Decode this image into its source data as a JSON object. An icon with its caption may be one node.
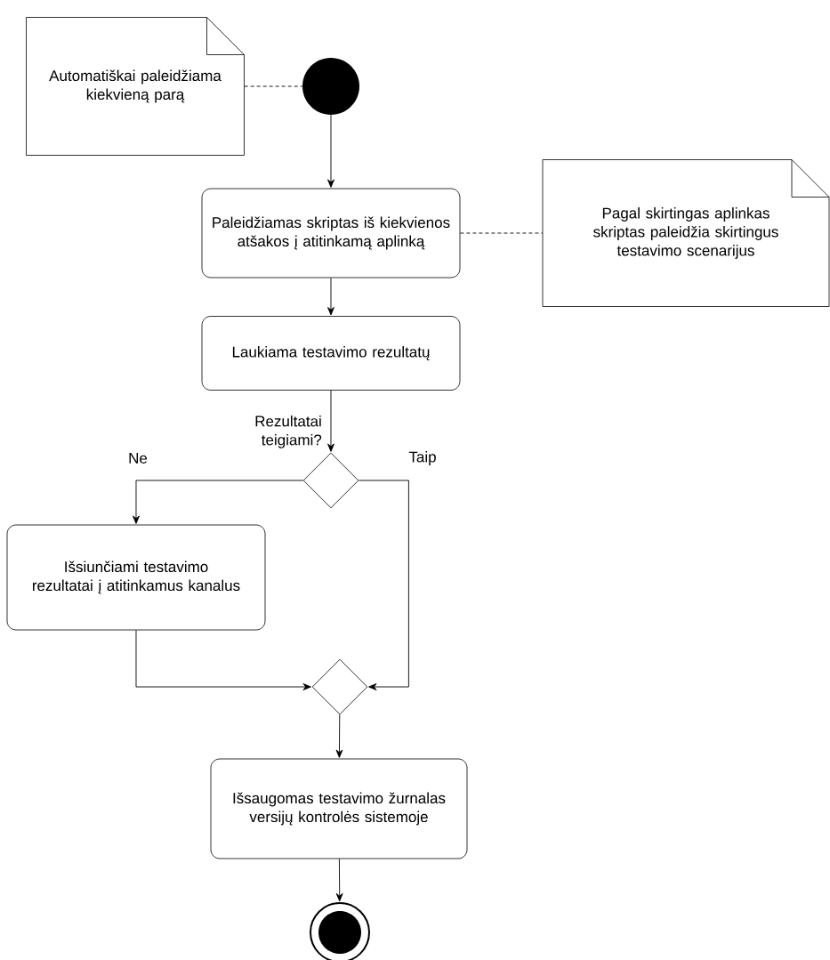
{
  "diagram": {
    "nodes": [
      {
        "text": [
          "Automatiškai paleidžiama kiekvieną parą"
        ]
      },
      {
        "text": [],
        "shape": "circle"
      },
      {
        "text": [
          "Paleidžiamas skriptas iš kiekvienos atšakos į atitinkamą aplinką"
        ]
      },
      {
        "text": [
          "Pagal skirtingas aplinkas skriptas paleidžia skirtingus testavimo scenarijus"
        ]
      },
      {
        "text": [
          "Laukiama testavimo rezultatų"
        ]
      },
      {
        "text": [],
        "shape": "diamond",
        "beside": [
          "Rezultatai teigiami?"
        ]
      },
      {
        "text": [
          "Išsiunčiami testavimo rezultatai į atitinkamus kanalus"
        ]
      },
      {
        "text": [],
        "shape": "diamond"
      },
      {
        "text": [
          "Išsaugomas testavimo žurnalas versijų kontrolės sistemoje"
        ]
      },
      {
        "text": [],
        "shape": "bullseye"
      }
    ],
    "edges": [
      {
        "from": 0,
        "to": 1,
        "arrow": "none",
        "style": "dashed"
      },
      {
        "from": 1,
        "to": 2,
        "arrow": "to"
      },
      {
        "from": 2,
        "to": 3,
        "arrow": "none",
        "style": "dashed"
      },
      {
        "from": 2,
        "to": 4,
        "arrow": "to"
      },
      {
        "from": 4,
        "to": 5,
        "arrow": "to"
      },
      {
        "from": 5,
        "to": 6,
        "arrow": "to",
        "label": "Ne"
      },
      {
        "from": 5,
        "to": 7,
        "arrow": "to",
        "label": "Taip"
      },
      {
        "from": 6,
        "to": 7,
        "arrow": "to"
      },
      {
        "from": 7,
        "to": 8,
        "arrow": "to"
      },
      {
        "from": 8,
        "to": 9,
        "arrow": "to"
      }
    ]
  }
}
